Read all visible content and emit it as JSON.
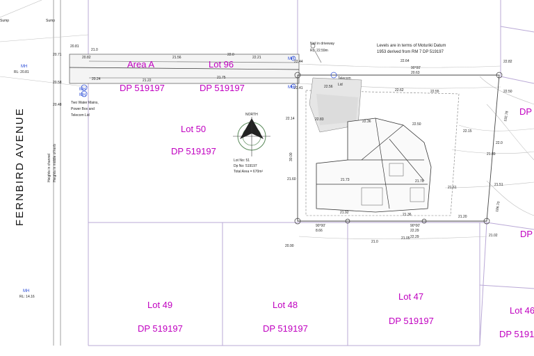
{
  "road": {
    "name": "FERNBIRD AVENUE"
  },
  "lots": {
    "area_a": {
      "title": "Area A",
      "dp": "DP 519197"
    },
    "lot96": {
      "title": "Lot 96",
      "dp": "DP 519197"
    },
    "lot50": {
      "title": "Lot 50",
      "dp": "DP 519197"
    },
    "lot49": {
      "title": "Lot 49",
      "dp": "DP 519197"
    },
    "lot48": {
      "title": "Lot 48",
      "dp": "DP 519197"
    },
    "lot47": {
      "title": "Lot 47",
      "dp": "DP 519197"
    },
    "lot46": {
      "title": "Lot 46",
      "dp": "DP 519197"
    },
    "right_dp_top": "DP",
    "right_dp_mid": "DP"
  },
  "notes": {
    "levels_line1": "Levels are in terms of Moturiki Datum",
    "levels_line2": "1953 derived from RM 7 DP 519197",
    "nail_line1": "Nail in driveway",
    "nail_line2": "RL: 22.59m",
    "telecom_lid_line1": "Telecom",
    "telecom_lid_line2": "Lid",
    "water_mains_line1": "Two Water Mains,",
    "water_mains_line2": "Power Box and",
    "water_mains_line3": "Telecom Lid",
    "heights_line1": "Heights in channel",
    "heights_line2": "Heights in middle of kerb",
    "sump_left": "Sump",
    "sump_mid": "Sump",
    "lot_info_line1": "Lot No: 51",
    "lot_info_line2": "Dp No: 519197",
    "lot_info_line3": "Total Area = 670m²",
    "north": "NORTH",
    "mh": "MH",
    "mh_rl_top": "RL: 20.81",
    "mh_rl_bottom": "RL: 14.16"
  },
  "levels": [
    "20.81",
    "20.82",
    "21.0",
    "21.56",
    "22.0",
    "22.21",
    "22.44",
    "20.71",
    "20.24",
    "21.22",
    "21.75",
    "22.41",
    "20.58",
    "22.56",
    "22.14",
    "22.83",
    "22.36",
    "22.62",
    "22.55",
    "22.50",
    "22.15",
    "22.82",
    "22.50",
    "20.48",
    "21.60",
    "21.73",
    "21.76",
    "21.61",
    "21.51",
    "21.36",
    "21.92",
    "22.29",
    "21.20",
    "21.02",
    "20.90",
    "21.0",
    "21.05",
    "22.0",
    "21.89",
    "22.64"
  ],
  "dims": {
    "bearing_top": "90°00'",
    "dist_top": "20.63",
    "bearing_bottom": "90°00'",
    "dist_bottom_left": "8.66",
    "dist_bottom_right": "22.29",
    "right_side_dist": "186.70",
    "left_side_dist": "30.00",
    "right_top_dist": "192.78"
  },
  "colors": {
    "lot_label": "#c000c0",
    "mh": "#2a4bd7",
    "boundary": "#b9a8d6"
  }
}
